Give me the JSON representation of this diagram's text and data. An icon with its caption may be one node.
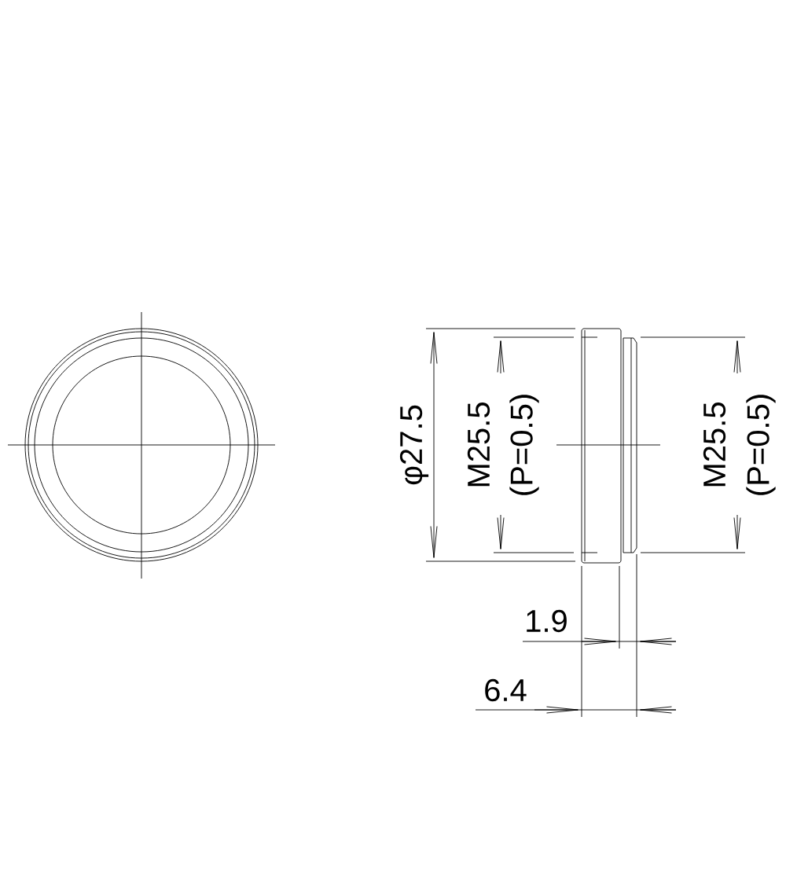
{
  "diagram": {
    "labels": [
      "φ27.5",
      "M25.5",
      "(P=0.5)",
      "M25.5",
      "(P=0.5)",
      "1.9",
      "6.4"
    ]
  }
}
